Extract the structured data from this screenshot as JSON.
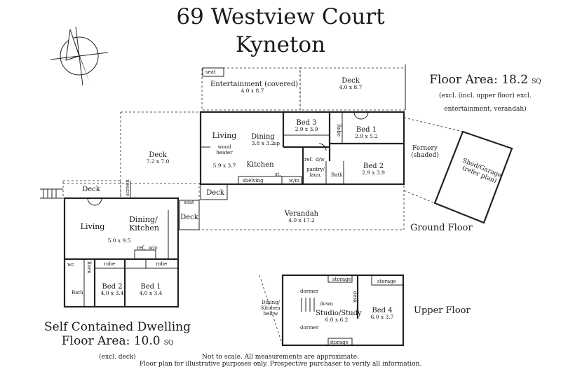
{
  "title": {
    "address": "69 Westview Court",
    "suburb": "Kyneton"
  },
  "floor_area": {
    "label": "Floor Area: 18.2",
    "unit": "SQ",
    "note1": "(excl. (incl. upper floor) excl.",
    "note2": "entertainment, verandah)"
  },
  "dwelling": {
    "line1": "Self Contained Dwelling",
    "line2": "Floor Area: 10.0",
    "unit": "SQ",
    "note": "(excl. deck)"
  },
  "floors": {
    "ground": "Ground Floor",
    "upper": "Upper Floor"
  },
  "footer": {
    "line1": "Not to scale. All measurements are approximate.",
    "line2": "Floor plan for illustrative purposes only. Prospective purchaser to verify all information."
  },
  "rooms": {
    "seat_top": "seat",
    "entertainment": {
      "name": "Entertainment (covered)",
      "dim": "4.0 x 8.7"
    },
    "deck_top": {
      "name": "Deck",
      "dim": "4.0 x 8.7"
    },
    "living": {
      "name": "Living",
      "dim": "5.9 x 3.7"
    },
    "wood_heater": "wood heater",
    "dining": {
      "name": "Dining",
      "dim": "3.8 x 3.2"
    },
    "kitchen": "Kitchen",
    "bed3": {
      "name": "Bed 3",
      "dim": "2.9 x 3.9"
    },
    "bed1": {
      "name": "Bed 1",
      "dim": "2.9 x 5.2"
    },
    "bed2": {
      "name": "Bed 2",
      "dim": "2.9 x 3.9"
    },
    "robe": "Robe",
    "up": "up",
    "pantry": "pantry/ laun.",
    "bath": "Bath",
    "st": "st.",
    "ref": "ref.",
    "dw": "d/w",
    "wm": "w/m",
    "shelving": "shelving",
    "deck_left": {
      "name": "Deck",
      "dim": "7.2 x 7.0"
    },
    "screen": "screen",
    "deck_small1": "Deck",
    "deck_small2": "Deck",
    "deck_small3": "Deck",
    "seat_mid": "seat",
    "verandah": {
      "name": "Verandah",
      "dim": "4.0 x 17.2"
    },
    "fernery": "Fernery (shaded)",
    "shed": "Shed/Garage (refer plan)",
    "sc_living": "Living",
    "sc_dining": "Dining/ Kitchen",
    "sc_dim": "5.0 x 9.5",
    "sc_ref": "ref.",
    "sc_wo": "w/o",
    "sc_wc": "wc",
    "sc_linen": "linen",
    "sc_robe1": "robe",
    "sc_robe2": "robe",
    "sc_bath": "Bath",
    "sc_bed2": {
      "name": "Bed 2",
      "dim": "4.0 x 3.4"
    },
    "sc_bed1": {
      "name": "Bed 1",
      "dim": "4.0 x 3.4"
    },
    "up_storage1": "storage",
    "up_storage2": "storage",
    "up_storage3": "storage",
    "up_dormer1": "dormer",
    "up_dormer2": "dormer",
    "up_down": "down",
    "up_desk": "desk",
    "up_below": "Dining/ Kitchen below",
    "studio": {
      "name": "Studio/Study",
      "dim": "6.0 x 6.2"
    },
    "bed4": {
      "name": "Bed 4",
      "dim": "6.0 x 3.7"
    }
  }
}
